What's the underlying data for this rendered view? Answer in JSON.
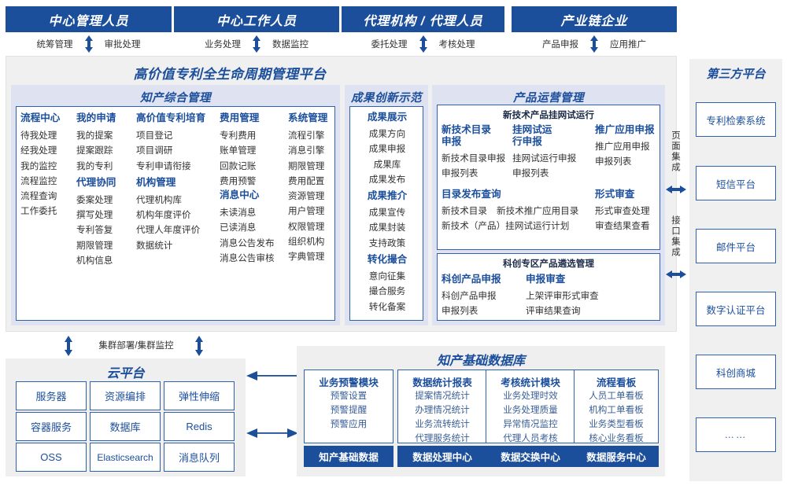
{
  "roles": [
    {
      "title": "中心管理人员",
      "left": "统筹管理",
      "right": "审批处理"
    },
    {
      "title": "中心工作人员",
      "left": "业务处理",
      "right": "数据监控"
    },
    {
      "title": "代理机构 / 代理人员",
      "left": "委托处理",
      "right": "考核处理"
    },
    {
      "title": "产业链企业",
      "left": "产品申报",
      "right": "应用推广"
    }
  ],
  "platform": {
    "title": "高价值专利全生命周期管理平台",
    "groups": [
      {
        "title": "知产综合管理",
        "columns": [
          {
            "blocks": [
              {
                "head": "流程中心",
                "items": [
                  "待我处理",
                  "经我处理",
                  "我的监控",
                  "流程监控",
                  "流程查询",
                  "工作委托"
                ]
              }
            ]
          },
          {
            "blocks": [
              {
                "head": "我的申请",
                "items": [
                  "我的提案",
                  "提案跟踪",
                  "我的专利"
                ]
              },
              {
                "head": "代理协同",
                "items": [
                  "委案处理",
                  "撰写处理",
                  "专利答复",
                  "期限管理",
                  "机构信息"
                ]
              }
            ]
          },
          {
            "blocks": [
              {
                "head": "高价值专利培育",
                "items": [
                  "项目登记",
                  "项目调研",
                  "专利申请衔接"
                ]
              },
              {
                "head": "机构管理",
                "items": [
                  "代理机构库",
                  "机构年度评价",
                  "代理人年度评价",
                  "数据统计"
                ]
              }
            ]
          },
          {
            "blocks": [
              {
                "head": "费用管理",
                "items": [
                  "专利费用",
                  "账单管理",
                  "回款记账",
                  "费用预警"
                ]
              },
              {
                "head": "消息中心",
                "items": [
                  "未读消息",
                  "已读消息",
                  "消息公告发布",
                  "消息公告审核"
                ]
              }
            ]
          },
          {
            "blocks": [
              {
                "head": "系统管理",
                "items": [
                  "流程引擎",
                  "消息引擎",
                  "期限管理",
                  "费用配置",
                  "资源管理",
                  "用户管理",
                  "权限管理",
                  "组织机构",
                  "字典管理"
                ]
              }
            ]
          }
        ]
      },
      {
        "title": "成果创新示范",
        "columns": [
          {
            "blocks": [
              {
                "head": "成果展示",
                "items": [
                  "成果方向",
                  "成果申报",
                  "成果库",
                  "成果发布"
                ]
              },
              {
                "head": "成果推介",
                "items": [
                  "成果宣传",
                  "成果封装",
                  "支持政策"
                ]
              },
              {
                "head": "转化撮合",
                "items": [
                  "意向征集",
                  "撮合服务",
                  "转化备案"
                ]
              }
            ]
          }
        ]
      },
      {
        "title": "产品运营管理",
        "panels": [
          {
            "caption": "新技术产品挂网试运行",
            "row1": [
              {
                "head": "新技术目录申报",
                "items": [
                  "新技术目录申报",
                  "申报列表"
                ]
              },
              {
                "head": "挂网试运行申报",
                "items": [
                  "挂网试运行申报",
                  "申报列表"
                ]
              },
              {
                "head": "推广应用申报",
                "items": [
                  "推广应用申报",
                  "申报列表"
                ]
              }
            ],
            "row2_left_head": "目录发布查询",
            "row2_left_items": [
              "新技术目录",
              "新技术推广应用目录",
              "新技术（产品）挂网试运行计划"
            ],
            "row2_right_head": "形式审查",
            "row2_right_items": [
              "形式审查处理",
              "审查结果查看"
            ]
          },
          {
            "caption": "科创专区产品遴选管理",
            "cols": [
              {
                "head": "科创产品申报",
                "items": [
                  "科创产品申报",
                  "申报列表"
                ]
              },
              {
                "head": "申报审查",
                "items": [
                  "上架评审形式审查",
                  "评审结果查询"
                ]
              }
            ]
          }
        ]
      }
    ]
  },
  "integration": {
    "page": "页面集成",
    "api": "接口集成"
  },
  "third_party": {
    "title": "第三方平台",
    "cards": [
      "专利检索系统",
      "短信平台",
      "邮件平台",
      "数字认证平台",
      "科创商城",
      "……"
    ]
  },
  "cluster_label": "集群部署/集群监控",
  "cloud": {
    "title": "云平台",
    "cards": [
      "服务器",
      "资源编排",
      "弹性伸缩",
      "容器服务",
      "数据库",
      "Redis",
      "OSS",
      "Elasticsearch",
      "消息队列"
    ]
  },
  "database": {
    "title": "知产基础数据库",
    "columns": [
      {
        "head": "业务预警模块",
        "items": [
          "预警设置",
          "预警提醒",
          "预警应用"
        ],
        "bar": "知产基础数据"
      },
      {
        "head": "数据统计报表",
        "items": [
          "提案情况统计",
          "办理情况统计",
          "业务流转统计",
          "代理服务统计"
        ],
        "bar": "数据处理中心"
      },
      {
        "head": "考核统计模块",
        "items": [
          "业务处理时效",
          "业务处理质量",
          "异常情况监控",
          "代理人员考核"
        ],
        "bar": "数据交换中心"
      },
      {
        "head": "流程看板",
        "items": [
          "人员工单看板",
          "机构工单看板",
          "业务类型看板",
          "核心业务看板"
        ],
        "bar": "数据服务中心"
      }
    ]
  },
  "colors": {
    "brand": "#1B4E9B",
    "accent": "#2E62AE",
    "band": "#DFE2F0",
    "panel": "#F0F0F0"
  }
}
